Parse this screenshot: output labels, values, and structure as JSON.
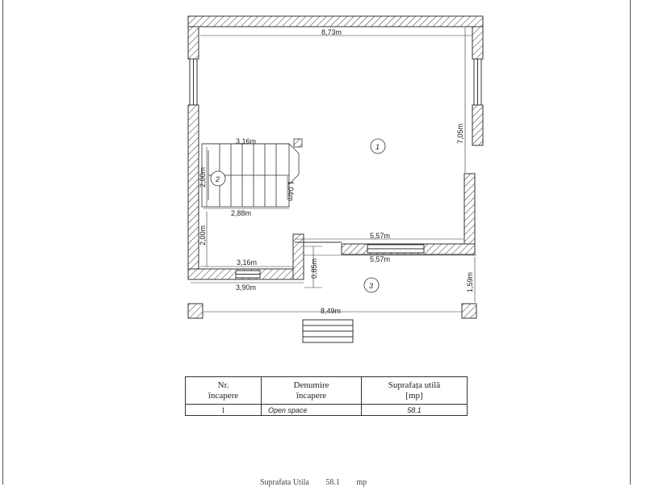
{
  "plan": {
    "dimensions": {
      "top_width": "8,73m",
      "right_height": "7,05m",
      "stair_top": "3,16m",
      "stair_bottom": "2,88m",
      "stair_left": "2,00m",
      "stair_step": "1,04m",
      "landing_left": "2,00m",
      "partition_upper": "5,57m",
      "partition_lower": "5,57m",
      "lower_wall": "3,16m",
      "front_wall": "3,90m",
      "gap_vertical": "0,85m",
      "porch_right": "1,59m",
      "porch_width": "8,49m"
    },
    "rooms": [
      {
        "number": "1"
      },
      {
        "number": "2"
      },
      {
        "number": "3"
      }
    ]
  },
  "table": {
    "headers": {
      "nr": "Nr.\nîncapere",
      "name": "Denumire\nîncapere",
      "area": "Suprafața utilă\n[mp]"
    },
    "rows": [
      {
        "nr": "1",
        "name": "Open space",
        "area": "58.1"
      }
    ]
  },
  "footer": {
    "label": "Suprafata Utila",
    "value": "58.1",
    "unit": "mp"
  }
}
